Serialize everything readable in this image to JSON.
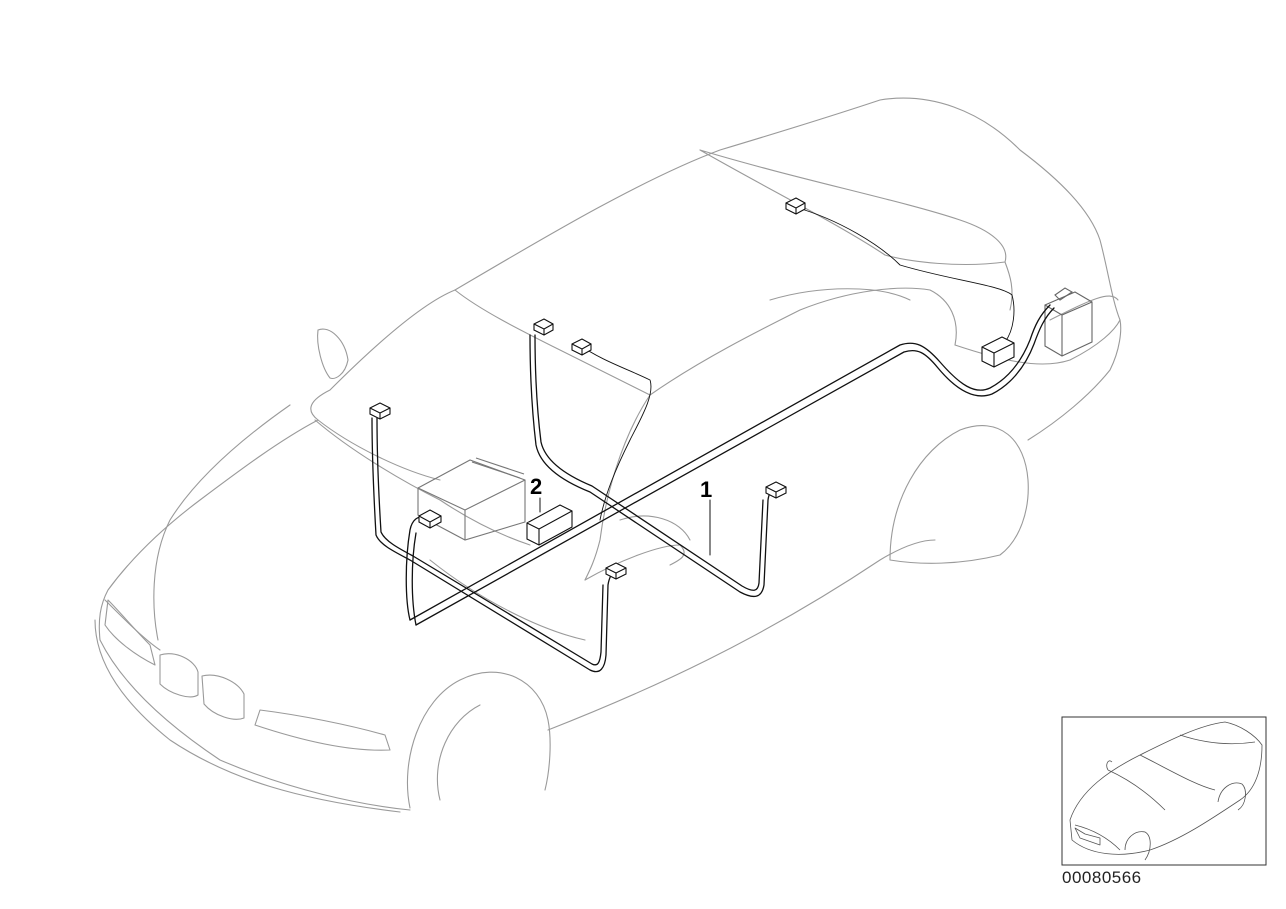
{
  "diagram": {
    "callouts": [
      {
        "id": "1",
        "label": "1"
      },
      {
        "id": "2",
        "label": "2"
      }
    ],
    "document_number": "00080566",
    "colors": {
      "outline": "#999999",
      "wiring": "#111111",
      "background": "#ffffff"
    }
  }
}
